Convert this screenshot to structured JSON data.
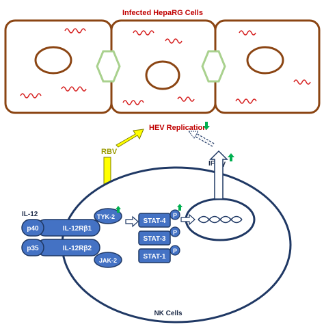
{
  "header": {
    "title": "Infected HepaRG Cells"
  },
  "labels": {
    "hev_replication": "HEV Replication",
    "rbv": "RBV",
    "ifn_gamma": "IFN-γ",
    "nk_cells": "NK Cells",
    "il12": "IL-12"
  },
  "nodes": {
    "p40": "p40",
    "p35": "p35",
    "il12rb1": "IL-12Rβ1",
    "il12rb2": "IL-12Rβ2",
    "tyk2": "TYK-2",
    "jak2": "JAK-2",
    "stat4": "STAT-4",
    "stat3": "STAT-3",
    "stat1": "STAT-1",
    "phospho": "P"
  },
  "colors": {
    "cell_border": "#8b4513",
    "title_red": "#c00000",
    "virus_red": "#d62020",
    "junction_green": "#a9d18e",
    "node_blue": "#4472c4",
    "outline_navy": "#1f3864",
    "rbv_arrow_yellow": "#ffff00",
    "up_arrow_green": "#00b050",
    "down_arrow_green": "#00b050"
  }
}
